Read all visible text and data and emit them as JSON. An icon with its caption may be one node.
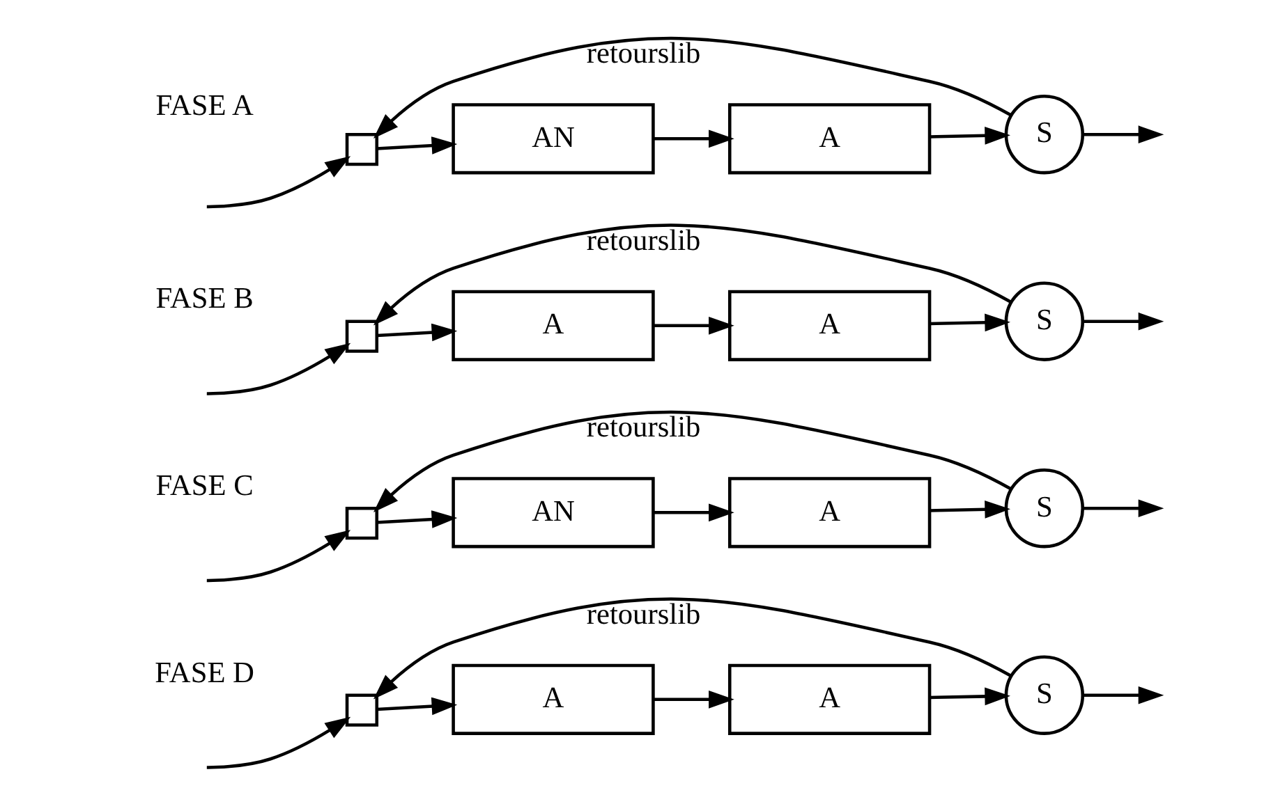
{
  "diagram": {
    "nodes": [
      {
        "text": [],
        "shape": "box"
      },
      {
        "text": [
          "AN"
        ]
      },
      {
        "text": [
          "A"
        ]
      },
      {
        "text": [
          "S"
        ]
      },
      {
        "text": [],
        "shape": "box"
      },
      {
        "text": [
          "A"
        ]
      },
      {
        "text": [
          "A"
        ]
      },
      {
        "text": [
          "S"
        ]
      },
      {
        "text": [],
        "shape": "box"
      },
      {
        "text": [
          "A"
        ]
      },
      {
        "text": [
          "AN"
        ]
      },
      {
        "text": [
          "S"
        ]
      },
      {
        "text": [],
        "shape": "box"
      },
      {
        "text": [
          "A"
        ]
      },
      {
        "text": [
          "A"
        ]
      },
      {
        "text": [
          "S"
        ]
      }
    ],
    "edges": [
      {
        "from": null,
        "to": 0,
        "arrow": "to"
      },
      {
        "from": 0,
        "to": 1,
        "arrow": "to"
      },
      {
        "from": 1,
        "to": 2,
        "arrow": "to"
      },
      {
        "from": 2,
        "to": 3,
        "arrow": "to"
      },
      {
        "from": 3,
        "to": null,
        "arrow": "to"
      },
      {
        "from": 3,
        "to": 0,
        "arrow": "to",
        "label": "retourslib"
      },
      {
        "from": null,
        "to": 4,
        "arrow": "to"
      },
      {
        "from": 4,
        "to": 5,
        "arrow": "to"
      },
      {
        "from": 5,
        "to": 6,
        "arrow": "to"
      },
      {
        "from": 6,
        "to": 7,
        "arrow": "to"
      },
      {
        "from": 7,
        "to": null,
        "arrow": "to"
      },
      {
        "from": 7,
        "to": 4,
        "arrow": "to",
        "label": "retourslib"
      },
      {
        "from": null,
        "to": 8,
        "arrow": "to"
      },
      {
        "from": 8,
        "to": 10,
        "arrow": "to"
      },
      {
        "from": 10,
        "to": 9,
        "arrow": "to"
      },
      {
        "from": 9,
        "to": 11,
        "arrow": "to"
      },
      {
        "from": 11,
        "to": null,
        "arrow": "to"
      },
      {
        "from": 11,
        "to": 8,
        "arrow": "to",
        "label": "retourslib"
      },
      {
        "from": null,
        "to": 12,
        "arrow": "to"
      },
      {
        "from": 12,
        "to": 14,
        "arrow": "to"
      },
      {
        "from": 14,
        "to": 13,
        "arrow": "to"
      },
      {
        "from": 13,
        "to": 15,
        "arrow": "to"
      },
      {
        "from": 15,
        "to": null,
        "arrow": "to"
      },
      {
        "from": 15,
        "to": 12,
        "arrow": "to",
        "label": "retourslib"
      }
    ],
    "labels": [
      "FASE A",
      "FASE B",
      "FASE C",
      "FASE D"
    ]
  }
}
